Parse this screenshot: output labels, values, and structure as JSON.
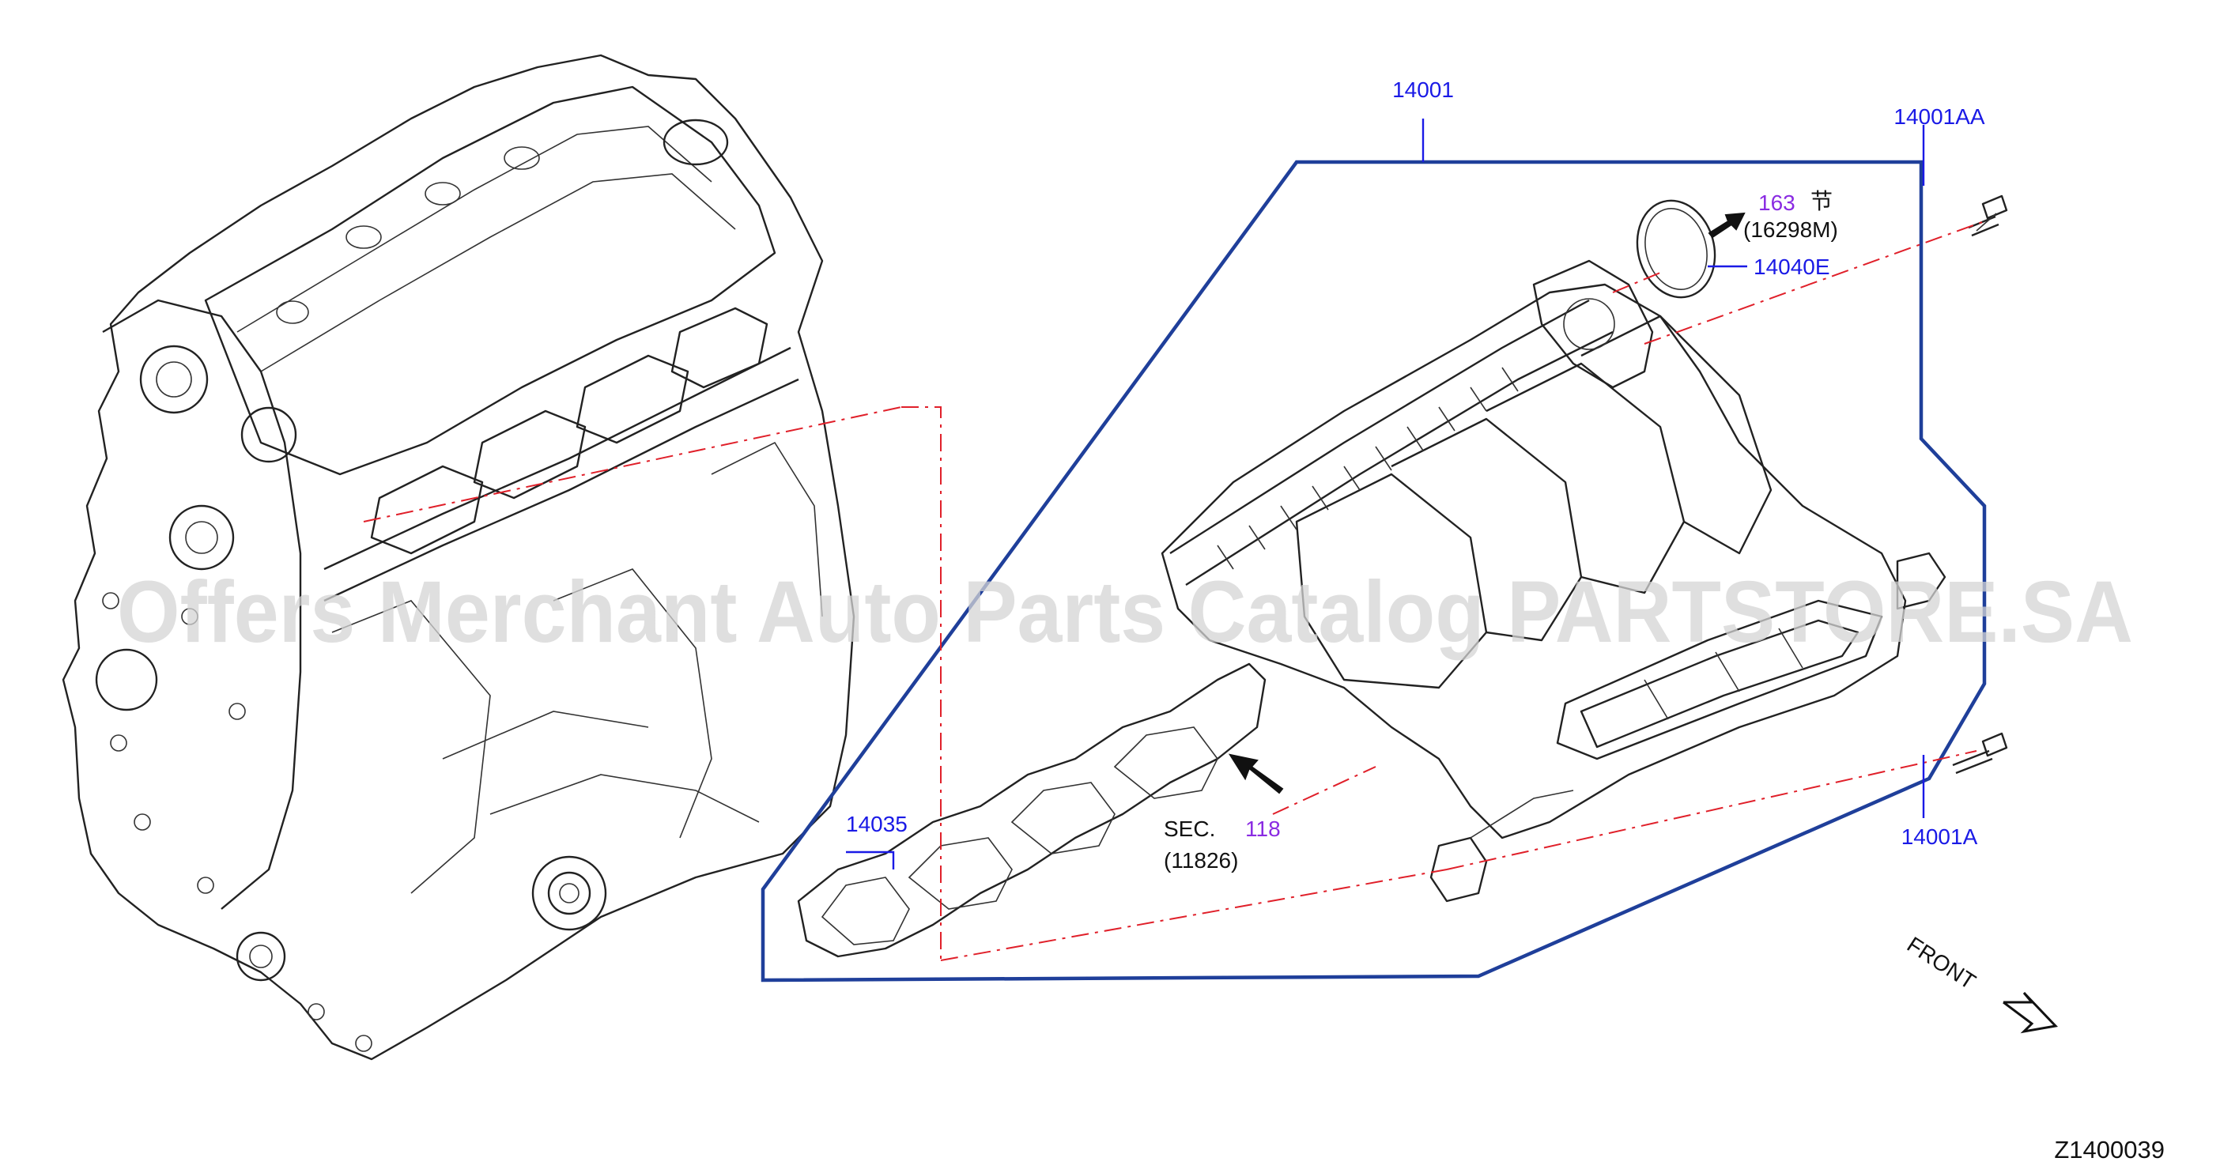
{
  "watermark": "Offers Merchant Auto Parts Catalog PARTSTORE.SA",
  "diagram_id": "Z1400039",
  "front_label": "FRONT",
  "colors": {
    "callout": "#1a1ae6",
    "section_ref": "#8a2be2",
    "group_box": "#1f3f9a",
    "phantom_line": "#e0202a"
  },
  "callouts": {
    "p14001": "14001",
    "p14001AA": "14001AA",
    "p14001A": "14001A",
    "p14040E": "14040E",
    "p14035": "14035"
  },
  "sec163": {
    "number": "163",
    "glyph": "节",
    "ref": "(16298M)"
  },
  "sec118": {
    "prefix": "SEC.",
    "number": "118",
    "ref": "(11826)"
  }
}
